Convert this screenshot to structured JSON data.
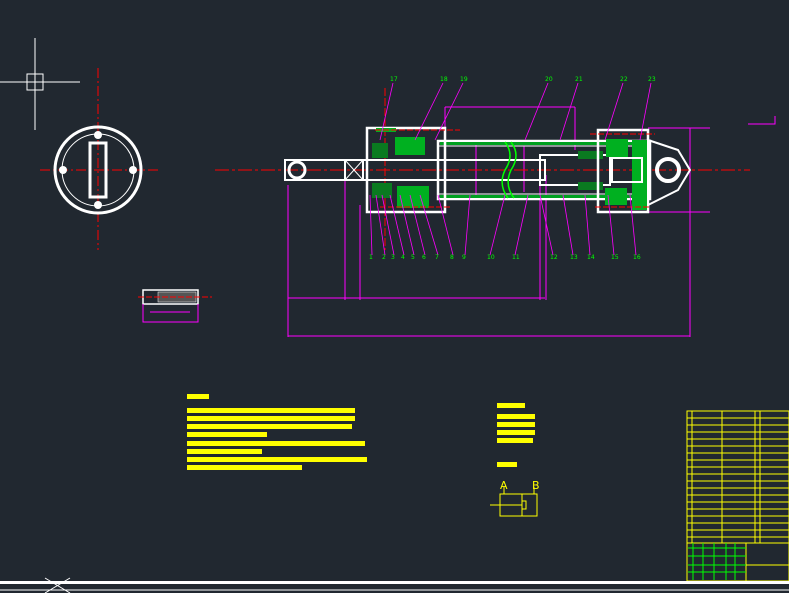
{
  "drawing": {
    "title": "Hydraulic cylinder assembly drawing",
    "colors": {
      "background": "#212830",
      "outline": "#ffffff",
      "section": "#00c020",
      "dimension": "#ff00ff",
      "centerline": "#ff0000",
      "text": "#ffff00",
      "balloon": "#00ff00"
    },
    "balloons_top": [
      "17",
      "18",
      "19",
      "20",
      "21",
      "22",
      "23"
    ],
    "balloons_bottom": [
      "1",
      "2",
      "3",
      "4",
      "5",
      "6",
      "7",
      "8",
      "9",
      "10",
      "11",
      "12",
      "13",
      "14",
      "15",
      "16"
    ],
    "schematic": {
      "port_a": "A",
      "port_b": "B"
    }
  }
}
